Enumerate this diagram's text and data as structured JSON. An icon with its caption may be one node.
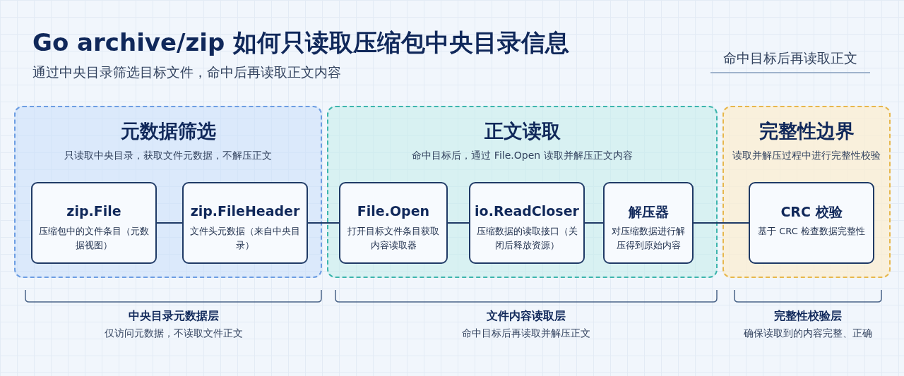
{
  "diagram": {
    "title": "Go archive/zip 如何只读取压缩包中央目录信息",
    "nodes": [
      {
        "text": [
          "元数据筛选",
          "只读取中央目录，获取文件元数据，不解压正文"
        ]
      },
      {
        "text": [
          "zip.File",
          "压缩包中的文件条目（元数据视图）"
        ],
        "in": 0
      },
      {
        "text": [
          "zip.FileHeader",
          "文件头元数据（来自中央目录）"
        ],
        "in": 0
      },
      {
        "text": [
          "正文读取",
          "命中目标后，通过 File.Open 读取并解压正文内容"
        ]
      },
      {
        "text": [
          "File.Open",
          "打开目标文件条目获取内容读取器"
        ],
        "in": 3
      },
      {
        "text": [
          "io.ReadCloser",
          "压缩数据的读取接口（关闭后释放资源）"
        ],
        "in": 3
      },
      {
        "text": [
          "解压器",
          "对压缩数据进行解压得到原始内容"
        ],
        "in": 3
      },
      {
        "text": [
          "完整性边界",
          "读取并解压过程中进行完整性校验"
        ]
      },
      {
        "text": [
          "CRC 校验",
          "基于 CRC 检查数据完整性"
        ],
        "in": 7
      }
    ],
    "edges": [
      {
        "from": 1,
        "to": 2,
        "arrow": "none"
      },
      {
        "from": 2,
        "to": 4,
        "arrow": "none"
      },
      {
        "from": 4,
        "to": 5,
        "arrow": "none"
      },
      {
        "from": 5,
        "to": 6,
        "arrow": "none"
      },
      {
        "from": 6,
        "to": 8,
        "arrow": "none"
      }
    ],
    "labels": [
      "通过中央目录筛选目标文件，命中后再读取正文内容",
      "命中目标后再读取正文",
      "中央目录元数据层",
      "仅访问元数据，不读取文件正文",
      "文件内容读取层",
      "命中目标后再读取并解压正文",
      "完整性校验层",
      "确保读取到的内容完整、正确"
    ]
  }
}
